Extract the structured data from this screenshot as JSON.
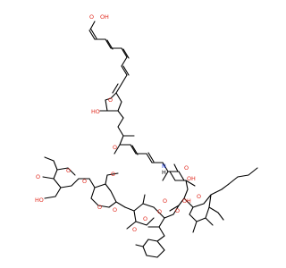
{
  "molecule": {
    "atoms": [
      {
        "id": "o_acid",
        "element": "O",
        "text": "O",
        "color": "#e0261a"
      },
      {
        "id": "oh_acid",
        "element": "O",
        "text": "OH",
        "color": "#e0261a"
      },
      {
        "id": "o_thf",
        "element": "O",
        "text": "O",
        "color": "#e0261a"
      },
      {
        "id": "ho_thf",
        "element": "O",
        "text": "HO",
        "color": "#e0261a"
      },
      {
        "id": "o_ome_chain",
        "element": "O",
        "text": "O",
        "color": "#e0261a"
      },
      {
        "id": "n_amide",
        "element": "N",
        "text": "N",
        "color": "#1f3fd6"
      },
      {
        "id": "h_amide",
        "element": "H",
        "text": "H",
        "color": "#000000"
      },
      {
        "id": "o_amide",
        "element": "O",
        "text": "O",
        "color": "#e0261a"
      },
      {
        "id": "oh_mid",
        "element": "O",
        "text": "OH",
        "color": "#e0261a"
      },
      {
        "id": "o_ring_right",
        "element": "O",
        "text": "O",
        "color": "#e0261a"
      },
      {
        "id": "oh_ring_right",
        "element": "O",
        "text": "OH",
        "color": "#e0261a"
      },
      {
        "id": "o_ester1",
        "element": "O",
        "text": "O",
        "color": "#e0261a"
      },
      {
        "id": "o_ester2",
        "element": "O",
        "text": "O",
        "color": "#e0261a"
      },
      {
        "id": "o_glyc",
        "element": "O",
        "text": "O",
        "color": "#e0261a"
      },
      {
        "id": "o_sugar_ring_mid",
        "element": "O",
        "text": "O",
        "color": "#e0261a"
      },
      {
        "id": "o_sugar_ome_mid",
        "element": "O",
        "text": "O",
        "color": "#e0261a"
      },
      {
        "id": "o_link2",
        "element": "O",
        "text": "O",
        "color": "#e0261a"
      },
      {
        "id": "o_sugar2_ring",
        "element": "O",
        "text": "O",
        "color": "#e0261a"
      },
      {
        "id": "o_sugar2_ome",
        "element": "O",
        "text": "O",
        "color": "#e0261a"
      },
      {
        "id": "o_link3",
        "element": "O",
        "text": "O",
        "color": "#e0261a"
      },
      {
        "id": "o_sugar3_ome",
        "element": "O",
        "text": "O",
        "color": "#e0261a"
      },
      {
        "id": "o_sugar3_ring",
        "element": "O",
        "text": "O",
        "color": "#e0261a"
      },
      {
        "id": "ho_sugar3",
        "element": "O",
        "text": "HO",
        "color": "#e0261a"
      }
    ]
  }
}
